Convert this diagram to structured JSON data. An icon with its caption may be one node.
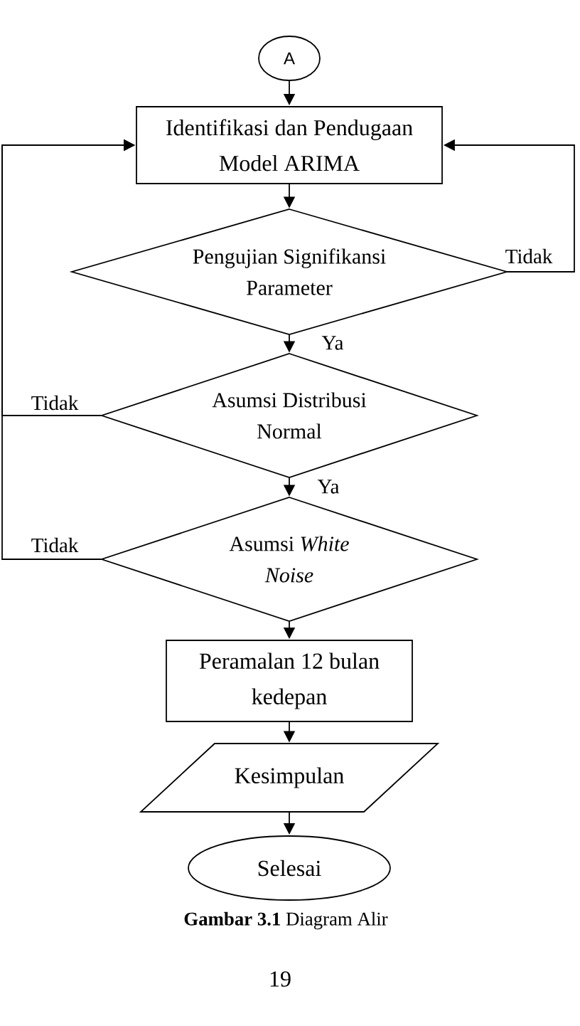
{
  "diagram": {
    "caption": "**Gambar 3.1** Diagram Alir",
    "nodes": [
      {
        "text": [
          "A"
        ]
      },
      {
        "text": [
          "Identifikasi dan Pendugaan Model ARIMA"
        ]
      },
      {
        "text": [
          "Pengujian Signifikansi Parameter"
        ]
      },
      {
        "text": [
          "Asumsi Distribusi Normal"
        ]
      },
      {
        "text": [
          "Asumsi *White Noise*"
        ]
      },
      {
        "text": [
          "Peramalan 12 bulan kedepan"
        ]
      },
      {
        "text": [
          "Kesimpulan"
        ]
      },
      {
        "text": [
          "Selesai"
        ]
      }
    ],
    "edges": [
      {
        "from": 0,
        "to": 1,
        "arrow": "to"
      },
      {
        "from": 1,
        "to": 2,
        "arrow": "to"
      },
      {
        "from": 2,
        "to": 1,
        "arrow": "to",
        "label": "Tidak"
      },
      {
        "from": 2,
        "to": 3,
        "arrow": "to",
        "label": "Ya"
      },
      {
        "from": 3,
        "to": 1,
        "arrow": "to",
        "label": "Tidak"
      },
      {
        "from": 3,
        "to": 4,
        "arrow": "to",
        "label": "Ya"
      },
      {
        "from": 4,
        "to": 1,
        "arrow": "to",
        "label": "Tidak"
      },
      {
        "from": 4,
        "to": 5,
        "arrow": "to"
      },
      {
        "from": 5,
        "to": 6,
        "arrow": "to"
      },
      {
        "from": 6,
        "to": 7,
        "arrow": "to"
      }
    ],
    "labels": [
      "19"
    ]
  }
}
